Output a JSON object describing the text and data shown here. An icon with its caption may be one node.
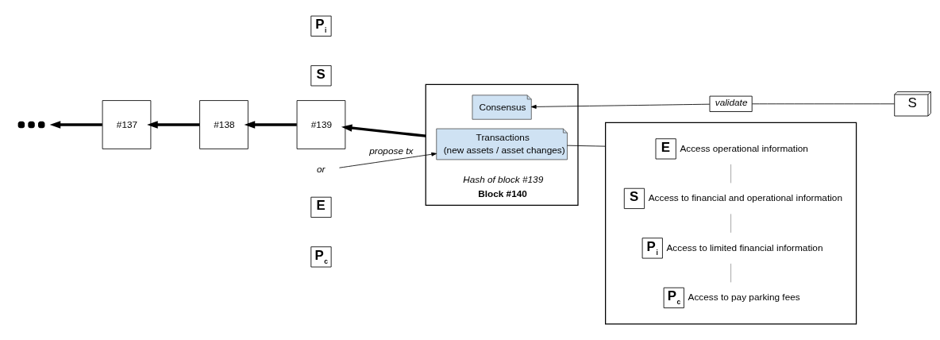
{
  "diagram": {
    "nodes": [
      {
        "text": [],
        "shape": "dots"
      },
      {
        "text": [
          "#137"
        ]
      },
      {
        "text": [
          "#138"
        ]
      },
      {
        "text": [
          "#139"
        ]
      },
      {
        "text": [
          "Hash of block #139",
          "Block #140"
        ]
      },
      {
        "text": [
          "Transactions",
          "(new assets / asset changes)"
        ],
        "in": 4
      },
      {
        "text": [
          "Consensus"
        ],
        "in": 4
      },
      {
        "text": [
          "P$_{i}$"
        ]
      },
      {
        "text": [
          "S"
        ]
      },
      {
        "text": [
          "or"
        ]
      },
      {
        "text": [
          "P$_{c}$"
        ]
      },
      {
        "text": [
          "E"
        ]
      },
      {
        "text": [
          "validate"
        ]
      },
      {
        "text": [
          "S"
        ]
      },
      {
        "text": [],
        "shape": "box"
      },
      {
        "text": [
          "E"
        ],
        "in": 14,
        "beside": [
          "Access operational information"
        ]
      },
      {
        "text": [
          "S"
        ],
        "in": 14,
        "beside": [
          "Access to financial and operational information"
        ]
      },
      {
        "text": [
          "P$_{i}$"
        ],
        "in": 14,
        "beside": [
          "Access to limited financial information"
        ]
      },
      {
        "text": [
          "P$_{c}$"
        ],
        "in": 14,
        "beside": [
          "Access to pay parking fees"
        ]
      }
    ],
    "edges": [
      {
        "from": 4,
        "to": 3,
        "arrow": "to",
        "style": "thick"
      },
      {
        "from": 3,
        "to": 2,
        "arrow": "to",
        "style": "thick"
      },
      {
        "from": 2,
        "to": 1,
        "arrow": "to",
        "style": "thick"
      },
      {
        "from": 1,
        "to": 0,
        "arrow": "to",
        "style": "thick"
      },
      {
        "from": 9,
        "to": 5,
        "arrow": "to",
        "label": "propose tx"
      },
      {
        "from": 13,
        "to": 12,
        "arrow": "none"
      },
      {
        "from": 12,
        "to": 6,
        "arrow": "to"
      },
      {
        "from": 5,
        "to": 14,
        "arrow": "none"
      },
      {
        "from": 15,
        "to": 16,
        "arrow": "none",
        "color": "#999999"
      },
      {
        "from": 16,
        "to": 17,
        "arrow": "none",
        "color": "#999999"
      },
      {
        "from": 17,
        "to": 18,
        "arrow": "none",
        "color": "#999999"
      }
    ]
  }
}
